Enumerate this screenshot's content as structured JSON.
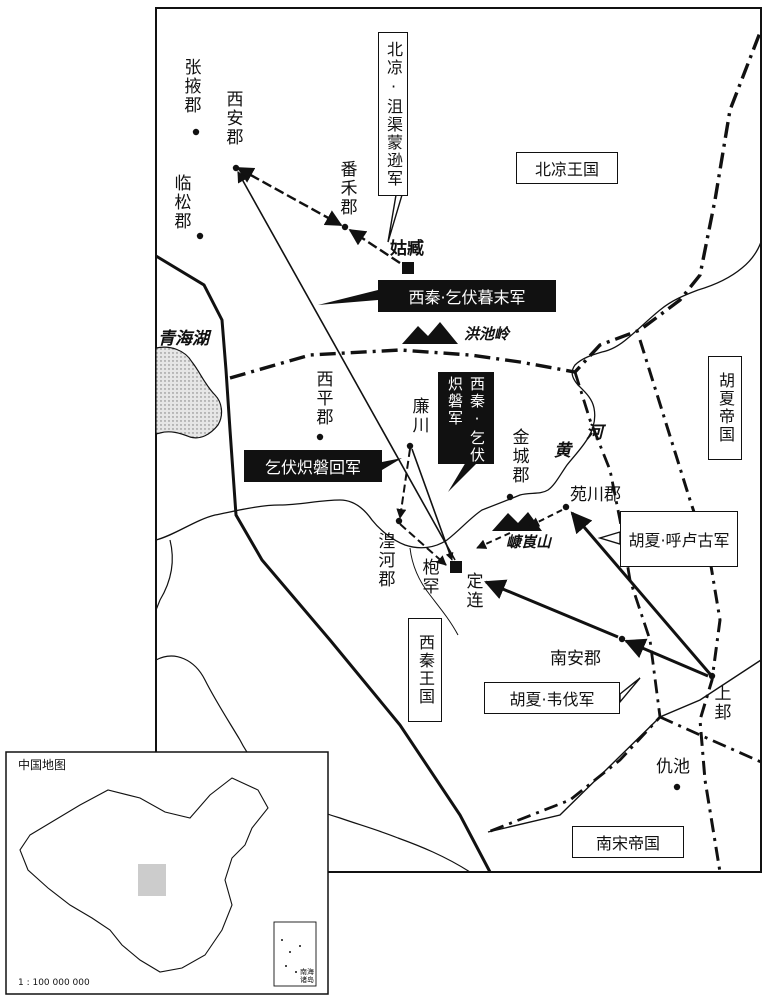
{
  "labels": {
    "zhangye": "张掖郡",
    "xian": "西安郡",
    "linsong": "临松郡",
    "fanhe": "番禾郡",
    "guzang": "姑臧",
    "xiping": "西平郡",
    "lianchuan": "廉川",
    "jincheng": "金城郡",
    "huanghe": "湟河郡",
    "baohan": "枹罕",
    "dinglian": "定连",
    "yuanchuan": "苑川郡",
    "nanan": "南安郡",
    "shanggui": "上邽",
    "qiuchi": "仇池",
    "qinghai": "青海湖",
    "hongchi": "洪池岭",
    "qinglang": "嵻崀山",
    "river_he": "河",
    "river_huang": "黄"
  },
  "boxes": {
    "beiliang_army": "北凉·沮渠蒙逊军",
    "beiliang_state": "北凉王国",
    "xiqin_yifu_mumo": "西秦·乞伏暮末军",
    "xiqin_yifu_chipan": "西秦·乞伏炽磐军",
    "yifu_chipan_return": "乞伏炽磐回军",
    "huxia_state": "胡夏帝国",
    "huxia_hulugu": "胡夏·呼卢古军",
    "xiqin_state": "西秦王国",
    "huxia_wei": "胡夏·韦伐军",
    "nansong_state": "南宋帝国"
  },
  "inset": {
    "title": "中国地图",
    "scale": "1 : 100 000 000",
    "south_sea_label": "南海诸岛"
  },
  "colors": {
    "ink": "#111111",
    "lake_fill": "#d9d9d9",
    "region_highlight": "#cccccc"
  }
}
